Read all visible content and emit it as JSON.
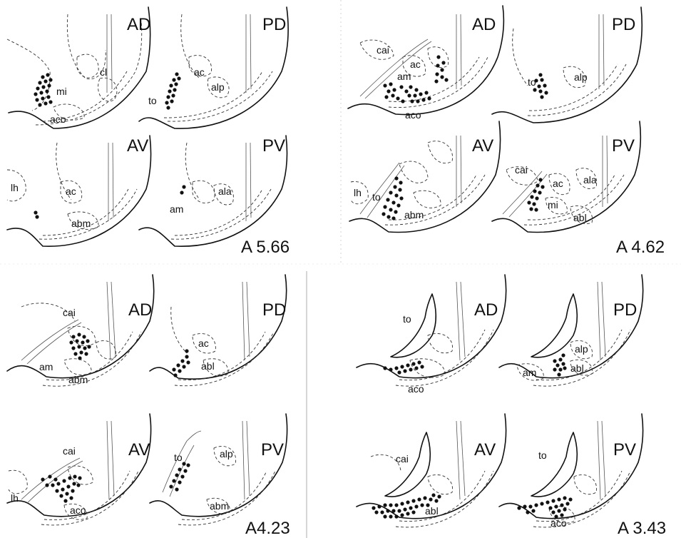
{
  "quadrant_labels": [
    "AD",
    "PD",
    "AV",
    "PV"
  ],
  "structures": {
    "cl": "cl",
    "mi": "mi",
    "aco": "aco",
    "to": "to",
    "ac": "ac",
    "alp": "alp",
    "lh": "lh",
    "abm": "abm",
    "am": "am",
    "ala": "ala",
    "cai": "cai",
    "abl": "abl"
  },
  "levels": [
    {
      "label": "A 5.66",
      "sections": [
        {
          "quadrant": "AD",
          "structures": [
            "cl",
            "mi",
            "aco"
          ]
        },
        {
          "quadrant": "PD",
          "structures": [
            "ac",
            "alp",
            "to"
          ]
        },
        {
          "quadrant": "AV",
          "structures": [
            "lh",
            "ac",
            "abm"
          ]
        },
        {
          "quadrant": "PV",
          "structures": [
            "ala",
            "am"
          ]
        }
      ]
    },
    {
      "label": "A 4.62",
      "sections": [
        {
          "quadrant": "AD",
          "structures": [
            "cai",
            "ac",
            "am",
            "aco"
          ]
        },
        {
          "quadrant": "PD",
          "structures": [
            "to",
            "alp"
          ]
        },
        {
          "quadrant": "AV",
          "structures": [
            "lh",
            "to",
            "abm"
          ]
        },
        {
          "quadrant": "PV",
          "structures": [
            "cai",
            "ac",
            "ala",
            "mi",
            "abl"
          ]
        }
      ]
    },
    {
      "label": "A4.23",
      "sections": [
        {
          "quadrant": "AD",
          "structures": [
            "cai",
            "am",
            "abm"
          ]
        },
        {
          "quadrant": "PD",
          "structures": [
            "ac",
            "abl"
          ]
        },
        {
          "quadrant": "AV",
          "structures": [
            "cai",
            "lh",
            "aco"
          ]
        },
        {
          "quadrant": "PV",
          "structures": [
            "to",
            "alp",
            "abm"
          ]
        }
      ]
    },
    {
      "label": "A 3.43",
      "sections": [
        {
          "quadrant": "AD",
          "structures": [
            "to",
            "aco"
          ]
        },
        {
          "quadrant": "PD",
          "structures": [
            "alp",
            "am",
            "abl"
          ]
        },
        {
          "quadrant": "AV",
          "structures": [
            "cai",
            "abl"
          ]
        },
        {
          "quadrant": "PV",
          "structures": [
            "to",
            "aco"
          ]
        }
      ]
    }
  ]
}
